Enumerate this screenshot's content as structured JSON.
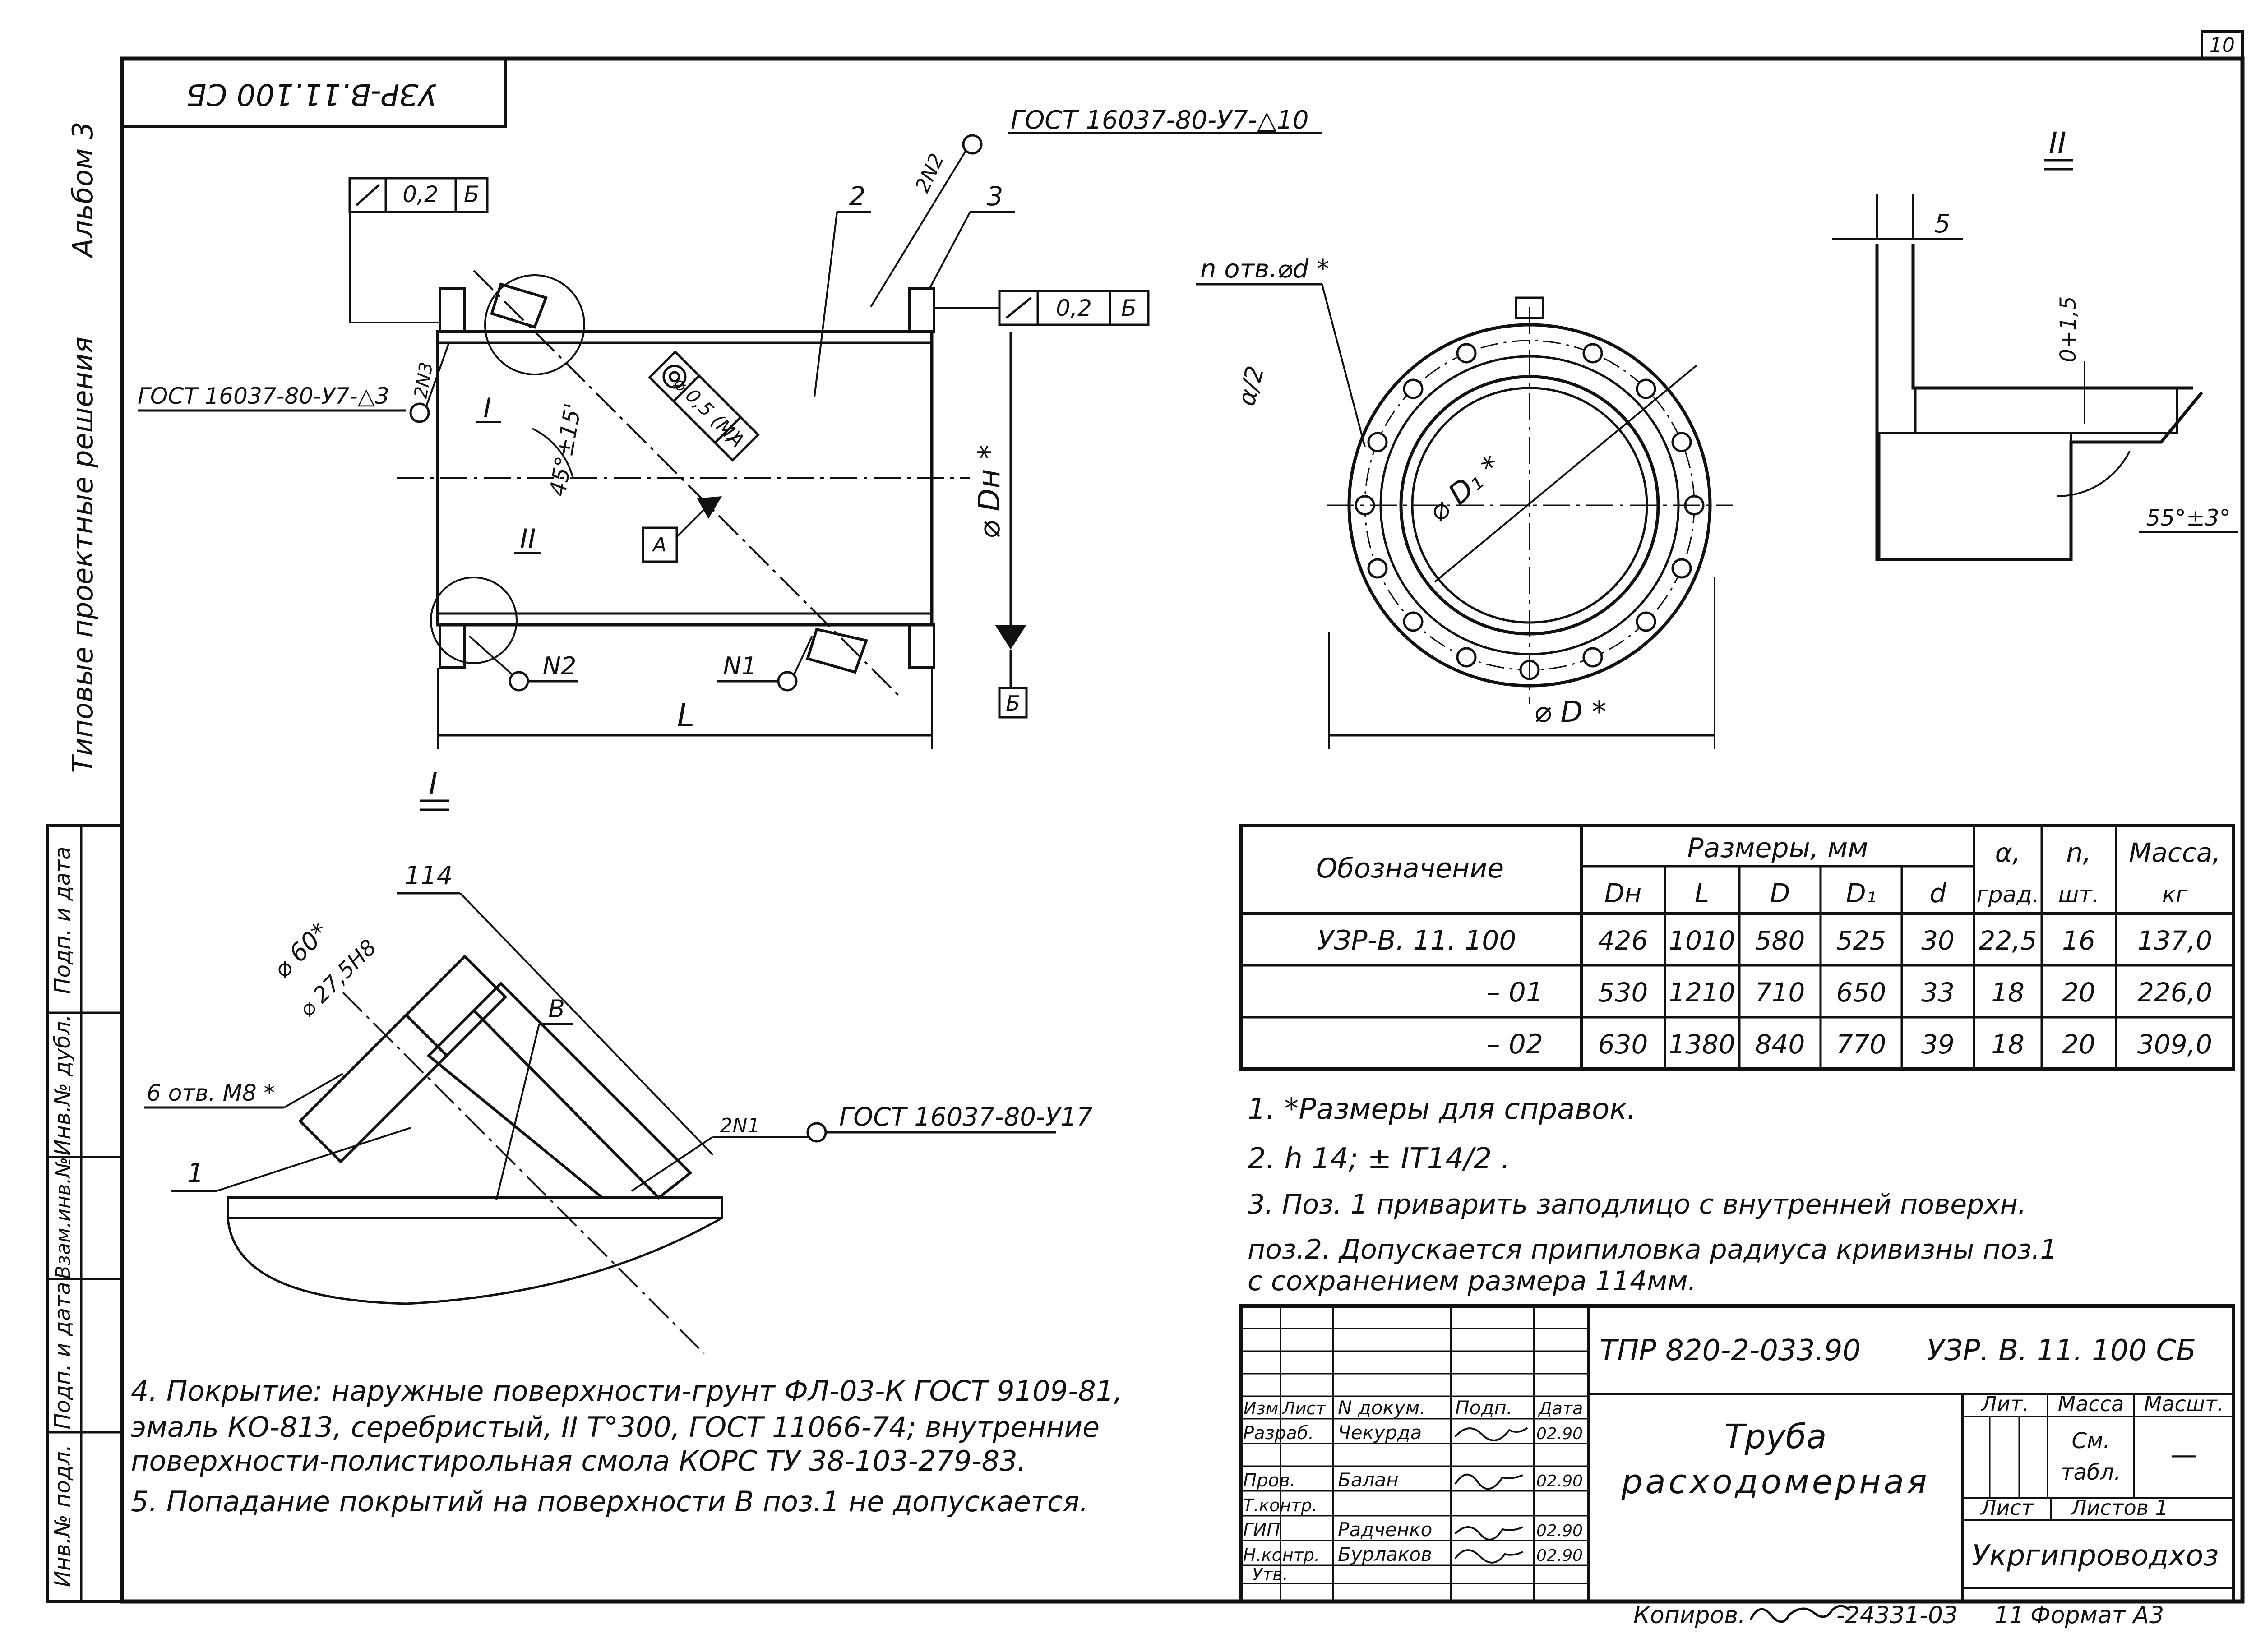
{
  "sheet": {
    "page_number": "10",
    "stamp_top": "УЗР-В.11.100 СБ",
    "album": "Альбом 3",
    "series": "Типовые проектные решения"
  },
  "side_stamp": [
    "Подп. и дата",
    "Инв.№ дубл.",
    "Взам.инв.№",
    "Подп. и дата",
    "Инв.№ подл."
  ],
  "main_view": {
    "gost_top": "ГОСТ 16037-80-У7-△10",
    "gost_left": "ГОСТ 16037-80-У7-△3",
    "weld_2n2": "2N2",
    "weld_2n3": "2N3",
    "pos2": "2",
    "pos3": "3",
    "tol_left_val": "0,2",
    "tol_left_ref": "Б",
    "tol_right_val": "0,2",
    "tol_right_ref": "Б",
    "view1": "I",
    "view2": "II",
    "angle": "45°±15'",
    "position_tol": "⌀ 0,5 (M)",
    "position_ref": "A",
    "datum_a": "А",
    "datum_b": "Б",
    "n2": "N2",
    "n1": "N1",
    "length": "L",
    "diam_h": "⌀ Dн *"
  },
  "end_view": {
    "holes": "n отв.⌀d *",
    "half_angle": "α/2",
    "d1": "⌀ D₁ *",
    "d": "⌀ D *"
  },
  "detail_ii": {
    "title": "II",
    "dim5": "5",
    "gap": "0+1,5",
    "angle": "55°±3°"
  },
  "detail_i": {
    "title": "I",
    "dim114": "114",
    "d60": "⌀ 60*",
    "d27": "⌀ 27,5Н8",
    "holes": "6 отв. М8 *",
    "weld": "2N1",
    "gost": "ГОСТ 16037-80-У17",
    "pos_b": "В",
    "pos1": "1"
  },
  "table": {
    "header": {
      "name": "Обозначение",
      "dims": "Размеры, мм",
      "alpha": "α,",
      "alpha_unit": "град.",
      "n": "n,",
      "n_unit": "шт.",
      "mass": "Масса,",
      "mass_unit": "кг"
    },
    "subcols": [
      "Dн",
      "L",
      "D",
      "D₁",
      "d"
    ],
    "rows": [
      [
        "УЗР-В. 11. 100",
        "426",
        "1010",
        "580",
        "525",
        "30",
        "22,5",
        "16",
        "137,0"
      ],
      [
        "– 01",
        "530",
        "1210",
        "710",
        "650",
        "33",
        "18",
        "20",
        "226,0"
      ],
      [
        "– 02",
        "630",
        "1380",
        "840",
        "770",
        "39",
        "18",
        "20",
        "309,0"
      ]
    ]
  },
  "notes_right": [
    "1. *Размеры для справок.",
    "2.  h 14; ± IT14/2 .",
    "3.  Поз. 1 приварить заподлицо с внутренней поверхн.",
    "поз.2. Допускается припиловка радиуса кривизны поз.1",
    "с сохранением размера 114мм."
  ],
  "notes_left": [
    "4. Покрытие: наружные поверхности-грунт ФЛ-03-К ГОСТ 9109-81,",
    "эмаль КО-813, серебристый, II Т°300, ГОСТ 11066-74; внутренние",
    "поверхности-полистирольная смола КОРС ТУ 38-103-279-83.",
    "5. Попадание покрытий на поверхности В поз.1 не допускается."
  ],
  "title_block": {
    "code": "ТПР 820-2-033.90",
    "designation": "УЗР. В. 11. 100 СБ",
    "title1": "Труба",
    "title2": "расходомерная",
    "lit": "Лит.",
    "massa": "Масса",
    "masht": "Масшт.",
    "massa_val1": "См.",
    "massa_val2": "табл.",
    "masht_val": "—",
    "list": "Лист",
    "listov": "Листов 1",
    "org": "Укргипроводхоз",
    "cols": [
      "Изм.",
      "Лист",
      "N докум.",
      "Подп.",
      "Дата"
    ],
    "roles": [
      {
        "role": "Разраб.",
        "name": "Чекурда",
        "date": "02.90"
      },
      {
        "role": "Пров.",
        "name": "Балан",
        "date": "02.90"
      },
      {
        "role": "Т.контр.",
        "name": "",
        "date": ""
      },
      {
        "role": "ГИП",
        "name": "Радченко",
        "date": "02.90"
      },
      {
        "role": "Н.контр.",
        "name": "Бурлаков",
        "date": "02.90"
      },
      {
        "role": "Утв.",
        "name": "",
        "date": ""
      }
    ]
  },
  "footer": {
    "copy": "Копиров.",
    "order": "-24331-03",
    "sheet": "11",
    "format": "Формат А3"
  }
}
